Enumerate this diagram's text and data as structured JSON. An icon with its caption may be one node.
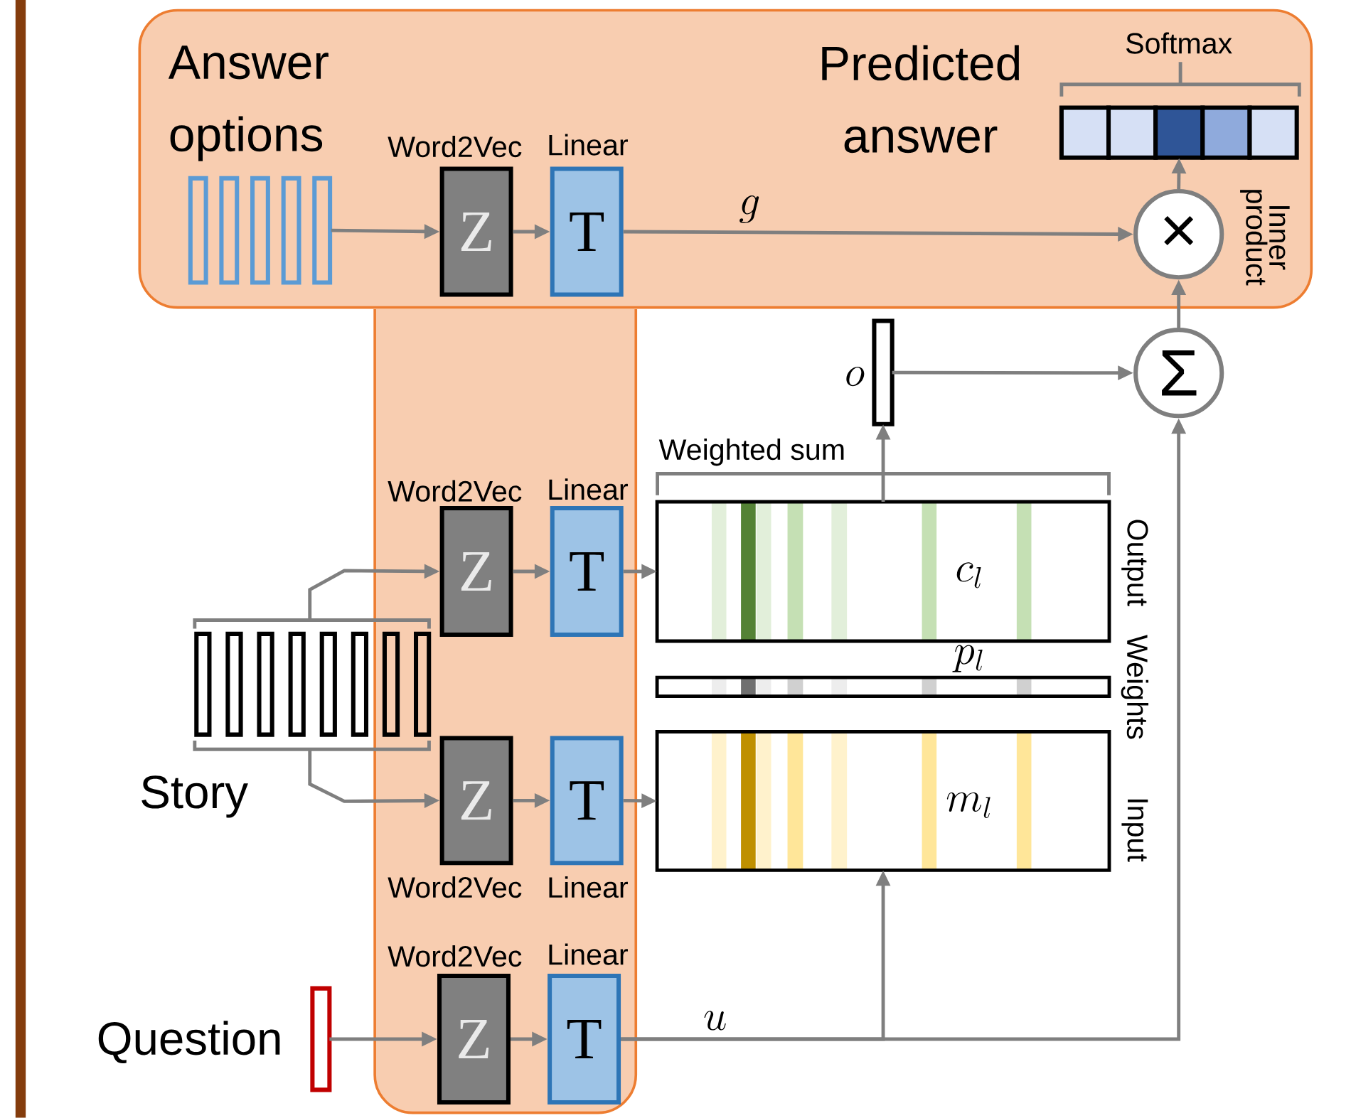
{
  "diagram": {
    "nodes": [
      {
        "text": [],
        "shape": "box"
      },
      {
        "text": [],
        "shape": "box"
      },
      {
        "text": [],
        "shape": "bar",
        "in": 0
      },
      {
        "text": [
          "Z"
        ],
        "beside": [
          "Word2Vec"
        ],
        "in": 0
      },
      {
        "text": [
          "T"
        ],
        "beside": [
          "Linear"
        ],
        "in": 0
      },
      {
        "text": [
          "×"
        ],
        "beside": [
          "Inner product"
        ],
        "in": 0
      },
      {
        "text": [],
        "shape": "bar",
        "in": 0
      },
      {
        "text": [
          "Σ"
        ]
      },
      {
        "text": [],
        "shape": "bar",
        "beside": [
          "o"
        ]
      },
      {
        "text": [],
        "shape": "bar",
        "beside": [
          "Story"
        ]
      },
      {
        "text": [
          "Z"
        ],
        "beside": [
          "Word2Vec"
        ],
        "in": 1
      },
      {
        "text": [
          "T"
        ],
        "beside": [
          "Linear"
        ],
        "in": 1
      },
      {
        "text": [
          "c_l"
        ],
        "beside": [
          "Output"
        ]
      },
      {
        "text": [],
        "shape": "bar",
        "beside": [
          "p_l",
          "Weights"
        ]
      },
      {
        "text": [
          "m_l"
        ],
        "beside": [
          "Input"
        ]
      },
      {
        "text": [
          "Z"
        ],
        "beside": [
          "Word2Vec"
        ],
        "in": 1
      },
      {
        "text": [
          "T"
        ],
        "beside": [
          "Linear"
        ],
        "in": 1
      },
      {
        "text": [],
        "shape": "bar",
        "beside": [
          "Question"
        ]
      },
      {
        "text": [
          "Z"
        ],
        "beside": [
          "Word2Vec"
        ],
        "in": 1
      },
      {
        "text": [
          "T"
        ],
        "beside": [
          "Linear"
        ],
        "in": 1
      }
    ],
    "edges": [
      {
        "from": 2,
        "to": 3,
        "arrow": "to"
      },
      {
        "from": 3,
        "to": 4,
        "arrow": "to"
      },
      {
        "from": 4,
        "to": 5,
        "arrow": "to",
        "label": "g"
      },
      {
        "from": 7,
        "to": 5,
        "arrow": "to"
      },
      {
        "from": 5,
        "to": 6,
        "arrow": "to"
      },
      {
        "from": 8,
        "to": 7,
        "arrow": "to"
      },
      {
        "from": 12,
        "to": 8,
        "arrow": "to"
      },
      {
        "from": 9,
        "to": 10,
        "arrow": "to"
      },
      {
        "from": 10,
        "to": 11,
        "arrow": "to"
      },
      {
        "from": 11,
        "to": 12,
        "arrow": "to"
      },
      {
        "from": 9,
        "to": 15,
        "arrow": "to"
      },
      {
        "from": 15,
        "to": 16,
        "arrow": "to"
      },
      {
        "from": 16,
        "to": 14,
        "arrow": "to"
      },
      {
        "from": 17,
        "to": 18,
        "arrow": "to"
      },
      {
        "from": 18,
        "to": 19,
        "arrow": "to"
      },
      {
        "from": 19,
        "to": 14,
        "arrow": "to",
        "label": "u"
      },
      {
        "from": 19,
        "to": 7,
        "arrow": "to"
      }
    ],
    "labels": [
      "Answer options",
      "Predicted answer",
      "Softmax",
      "Weighted sum"
    ]
  }
}
